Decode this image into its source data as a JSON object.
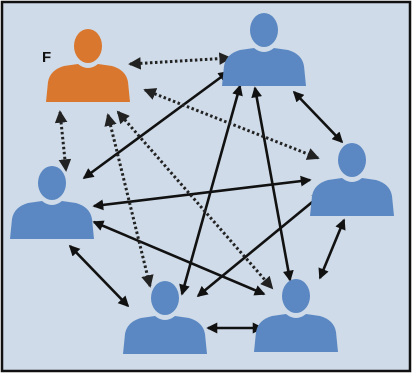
{
  "diagram": {
    "colors": {
      "background": "#cfdbe8",
      "frame": "#111111",
      "person_default": "#5b88c2",
      "person_focal": "#d9772e",
      "solid_arrow": "#111111",
      "dotted_arrow": "#222222"
    },
    "focal_label": "F",
    "people": [
      {
        "id": "F",
        "role": "focal"
      },
      {
        "id": "top-right",
        "role": "member"
      },
      {
        "id": "left",
        "role": "member"
      },
      {
        "id": "right",
        "role": "member"
      },
      {
        "id": "bottom-middle",
        "role": "member"
      },
      {
        "id": "bottom-right",
        "role": "member"
      }
    ],
    "dotted_links": [
      [
        "F",
        "top-right"
      ],
      [
        "F",
        "left"
      ],
      [
        "F",
        "right"
      ],
      [
        "F",
        "bottom-middle"
      ],
      [
        "F",
        "bottom-right"
      ]
    ],
    "solid_links": [
      [
        "top-right",
        "right"
      ],
      [
        "top-right",
        "left"
      ],
      [
        "top-right",
        "bottom-middle"
      ],
      [
        "top-right",
        "bottom-right"
      ],
      [
        "left",
        "right"
      ],
      [
        "left",
        "bottom-middle"
      ],
      [
        "left",
        "bottom-right"
      ],
      [
        "right",
        "bottom-middle"
      ],
      [
        "right",
        "bottom-right"
      ],
      [
        "bottom-middle",
        "bottom-right"
      ]
    ]
  }
}
